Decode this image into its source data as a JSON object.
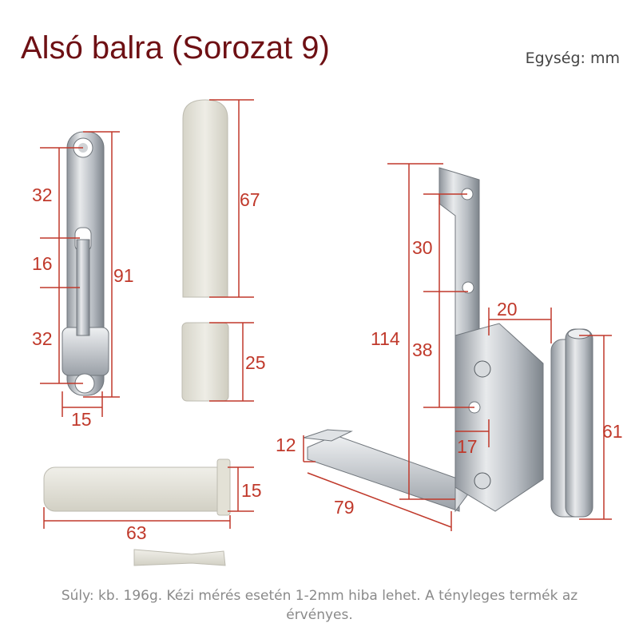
{
  "title": "Alsó balra (Sorozat 9)",
  "unit_label": "Egység: mm",
  "note": "Súly: kb. 196g. Kézi mérés esetén 1-2mm hiba lehet. A tényleges termék az érvényes.",
  "dimensions": {
    "hinge_top": "32",
    "hinge_mid": "16",
    "hinge_bottom": "32",
    "hinge_total": "91",
    "hinge_width": "15",
    "cap_long": "67",
    "cap_short": "25",
    "sleeve_dia": "15",
    "sleeve_len": "63",
    "bracket_height": "114",
    "bracket_hole_top": "30",
    "bracket_hole_mid": "38",
    "bracket_offset": "20",
    "bracket_plate": "17",
    "foot_height": "12",
    "foot_length": "79",
    "knuckle_height": "61"
  },
  "colors": {
    "accent": "#c0392b",
    "title": "#6e1014",
    "metal": "#c9cdd2",
    "plastic": "#e6e4da"
  }
}
